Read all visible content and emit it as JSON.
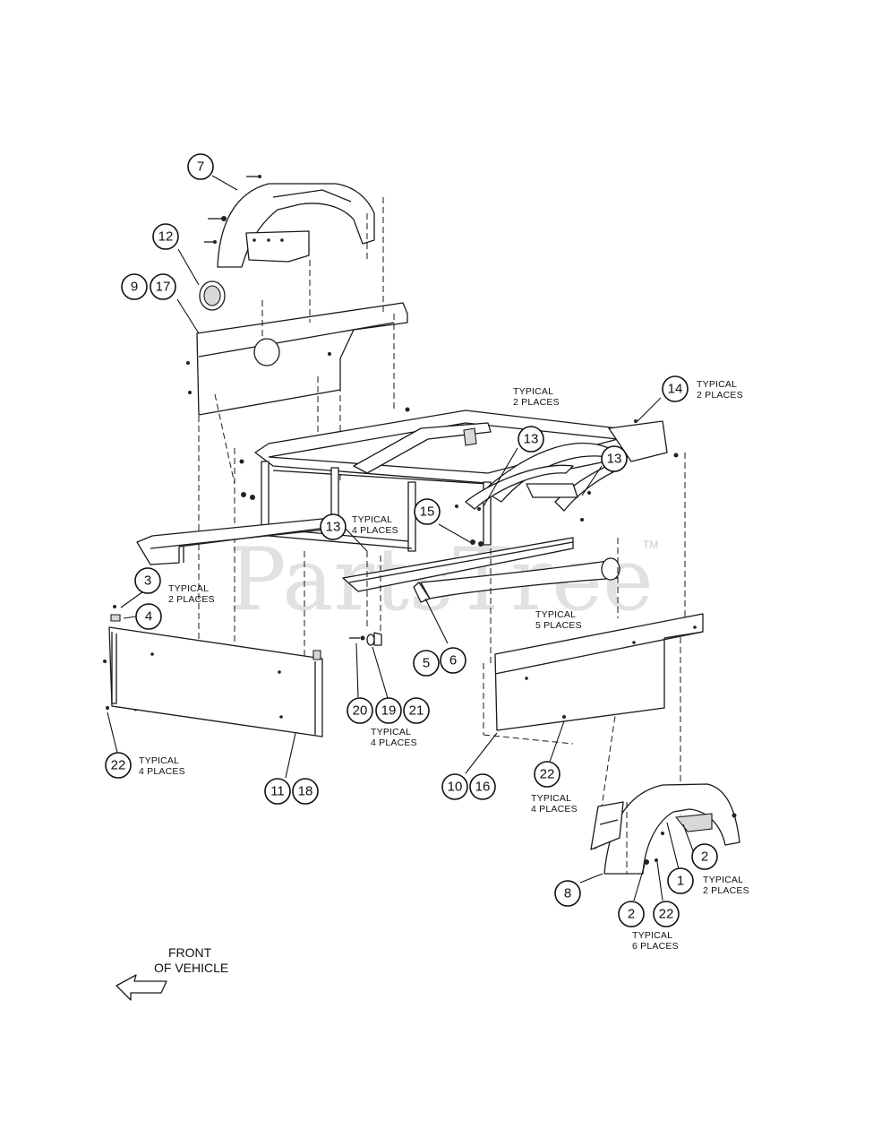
{
  "watermark": {
    "text": "PartsTree",
    "tm": "TM"
  },
  "front_label": {
    "line1": "FRONT",
    "line2": "OF VEHICLE"
  },
  "notes": {
    "typ2_top": [
      "TYPICAL",
      "2 PLACES"
    ],
    "typ2_14": [
      "TYPICAL",
      "2 PLACES"
    ],
    "typ4_13": [
      "TYPICAL",
      "4 PLACES"
    ],
    "typ2_3": [
      "TYPICAL",
      "2 PLACES"
    ],
    "typ5": [
      "TYPICAL",
      "5 PLACES"
    ],
    "typ4_19": [
      "TYPICAL",
      "4 PLACES"
    ],
    "typ4_22l": [
      "TYPICAL",
      "4 PLACES"
    ],
    "typ4_22r": [
      "TYPICAL",
      "4 PLACES"
    ],
    "typ2_1": [
      "TYPICAL",
      "2 PLACES"
    ],
    "typ6": [
      "TYPICAL",
      "6 PLACES"
    ]
  },
  "callouts": {
    "c7": "7",
    "c12": "12",
    "c9": "9",
    "c17": "17",
    "c14": "14",
    "c13a": "13",
    "c13b": "13",
    "c13c": "13",
    "c15": "15",
    "c3": "3",
    "c4": "4",
    "c5": "5",
    "c6": "6",
    "c20": "20",
    "c19": "19",
    "c21": "21",
    "c22a": "22",
    "c11": "11",
    "c18": "18",
    "c10": "10",
    "c16": "16",
    "c22b": "22",
    "c2a": "2",
    "c1": "1",
    "c8": "8",
    "c2b": "2",
    "c22c": "22"
  }
}
